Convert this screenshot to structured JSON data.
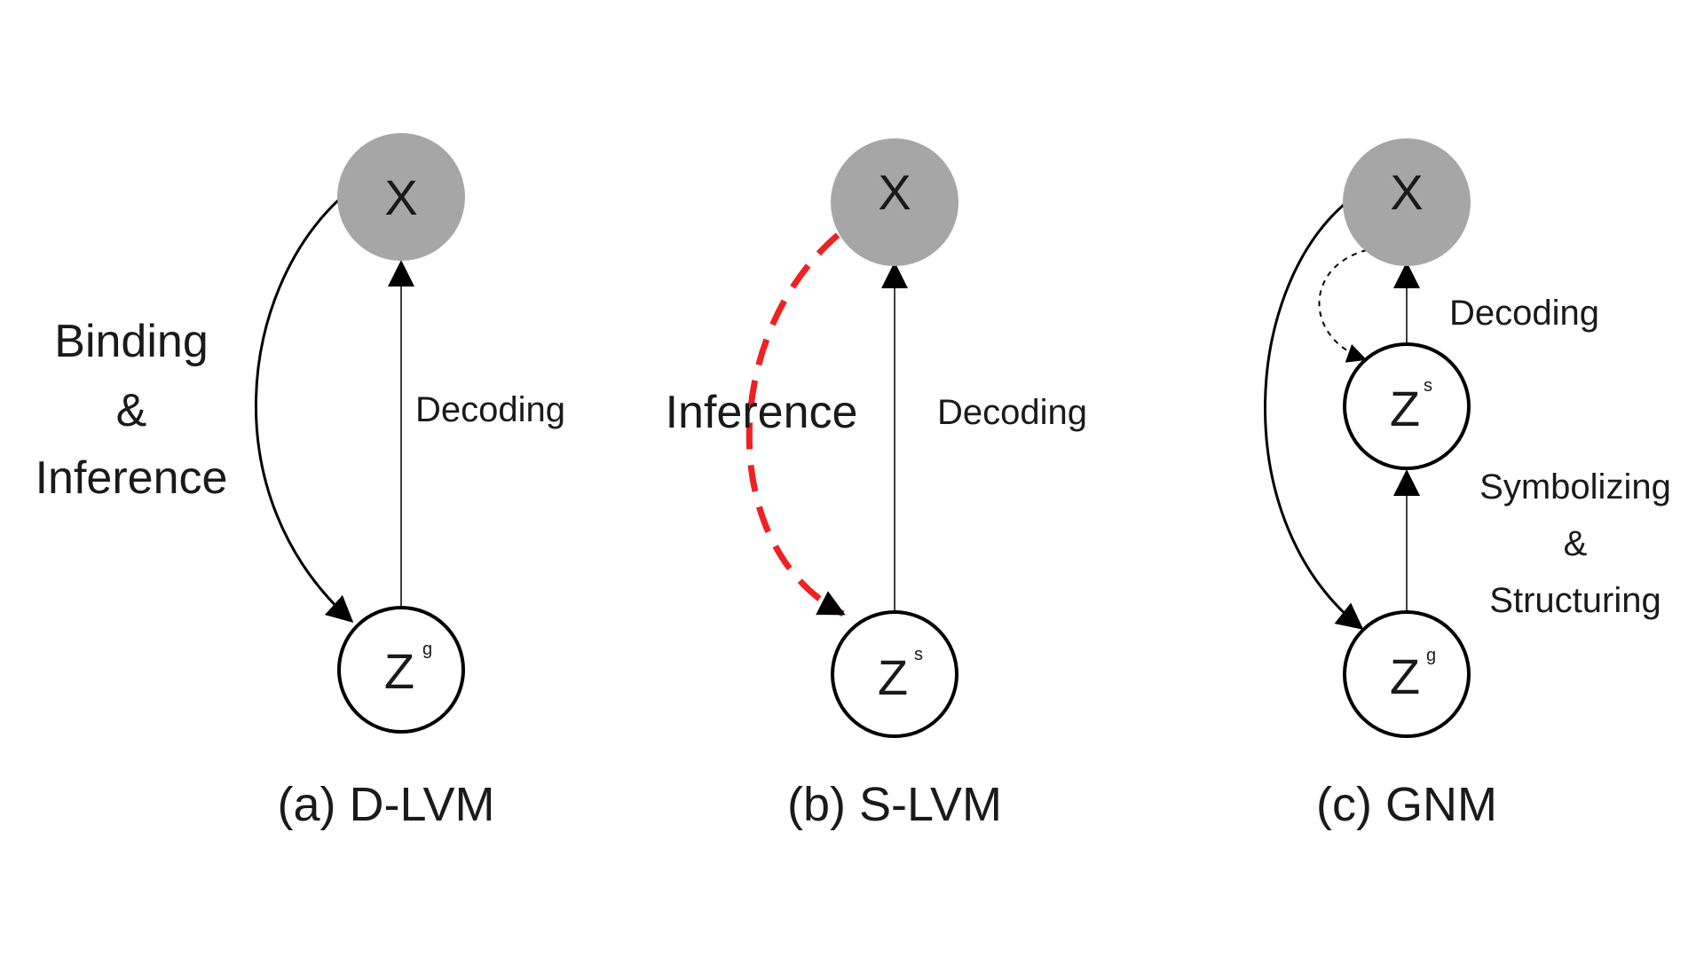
{
  "colors": {
    "observed_fill": "#a6a6a6",
    "latent_fill": "#ffffff",
    "stroke": "#000000",
    "highlight": "#ee2222"
  },
  "panel_a": {
    "caption": "(a) D-LVM",
    "node_x": "X",
    "node_z": "Z",
    "node_z_sup": "g",
    "label_left_line1": "Binding",
    "label_left_line2": "&",
    "label_left_line3": "Inference",
    "label_right": "Decoding"
  },
  "panel_b": {
    "caption": "(b) S-LVM",
    "node_x": "X",
    "node_z": "Z",
    "node_z_sup": "s",
    "label_left": "Inference",
    "label_right": "Decoding"
  },
  "panel_c": {
    "caption": "(c) GNM",
    "node_x": "X",
    "node_zs": "Z",
    "node_zs_sup": "s",
    "node_zg": "Z",
    "node_zg_sup": "g",
    "label_decoding": "Decoding",
    "label_sym_line1": "Symbolizing",
    "label_sym_line2": "&",
    "label_sym_line3": "Structuring"
  }
}
